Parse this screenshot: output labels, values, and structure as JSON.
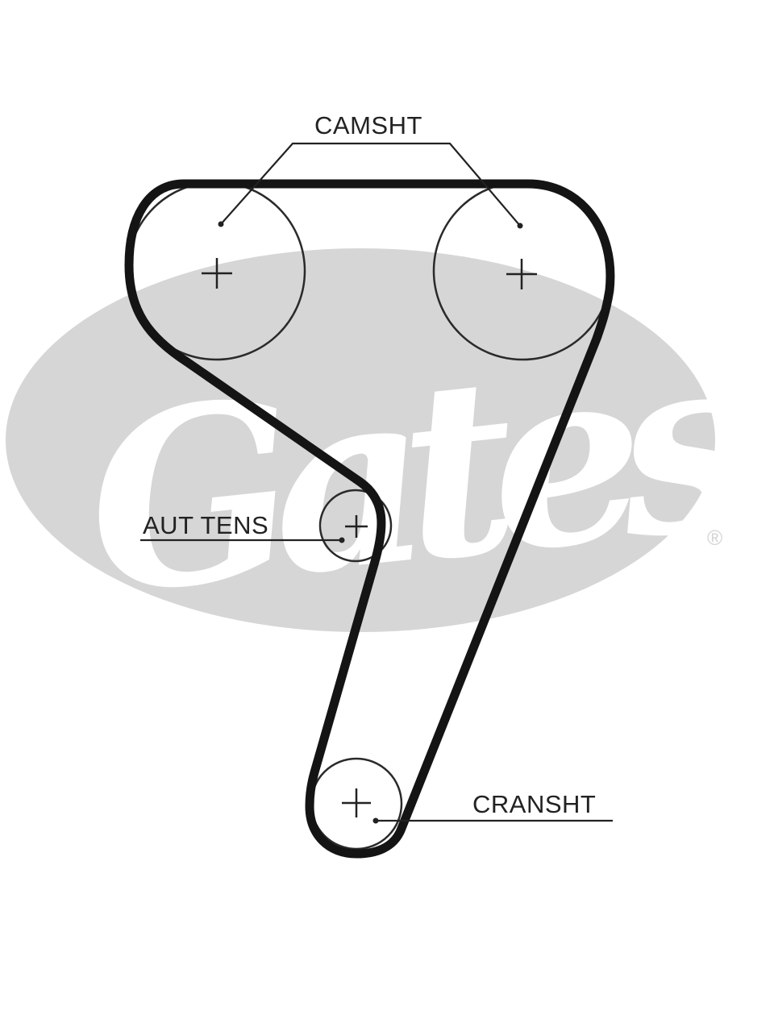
{
  "labels": {
    "camshaft": "CAMSHT",
    "tensioner": "AUT TENS",
    "crankshaft": "CRANSHT"
  },
  "brand": {
    "watermark": "Gates",
    "registered_mark": "®"
  },
  "colors": {
    "belt": "#141414",
    "pulley": "#2a2a2a",
    "label": "#222222",
    "watermark_ellipse": "#d6d6d6",
    "watermark_text": "#ffffff",
    "background": "#ffffff"
  }
}
